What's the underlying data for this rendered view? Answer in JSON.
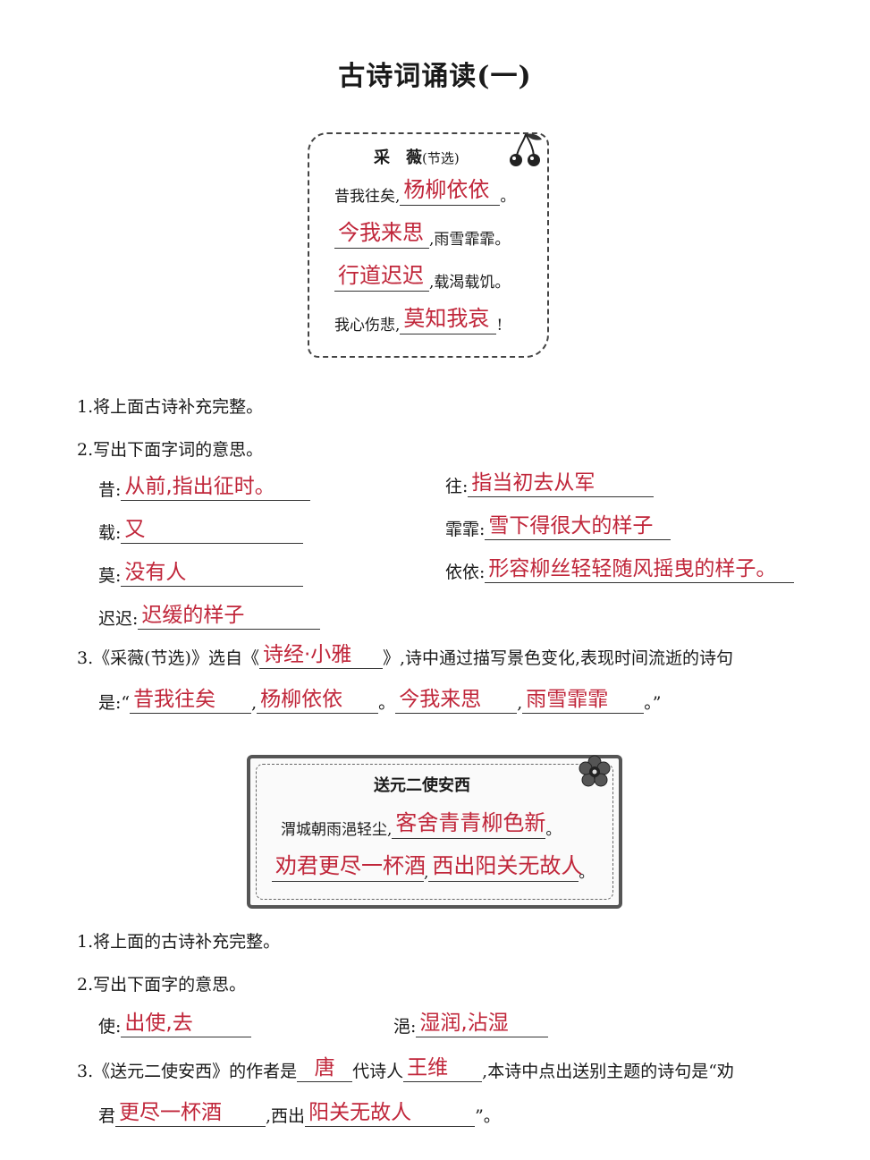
{
  "title": "古诗词诵读(一)",
  "poem1": {
    "title": "采　薇",
    "note": "(节选)",
    "l1_pre": "昔我往矣,",
    "l1_ans": "杨柳依依",
    "l1_post": "。",
    "l2_ans": "今我来思",
    "l2_post": ",雨雪霏霏。",
    "l3_ans": "行道迟迟",
    "l3_post": ",载渴载饥。",
    "l4_pre": "我心伤悲,",
    "l4_ans": "莫知我哀",
    "l4_post": "!"
  },
  "p1q1": "1.将上面古诗补充完整。",
  "p1q2": "2.写出下面字词的意思。",
  "defs": {
    "xi_label": "昔:",
    "xi_ans": "从前,指出征时。",
    "wang_label": "往:",
    "wang_ans": "指当初去从军",
    "zai_label": "载:",
    "zai_ans": "又",
    "feifei_label": "霏霏:",
    "feifei_ans": "雪下得很大的样子",
    "mo_label": "莫:",
    "mo_ans": "没有人",
    "yiyi_label": "依依:",
    "yiyi_ans": "形容柳丝轻轻随风摇曳的样子。",
    "chichi_label": "迟迟:",
    "chichi_ans": "迟缓的样子"
  },
  "p1q3": {
    "pre": "3.《采薇(节选)》选自《",
    "ans1": "诗经·小雅",
    "mid": "》,诗中通过描写景色变化,表现时间流逝的诗句",
    "l2_pre": "是:“",
    "ans2": "昔我往矣",
    "c1": ",",
    "ans3": "杨柳依依",
    "c2": "。",
    "ans4": "今我来思",
    "c3": ",",
    "ans5": "雨雪霏霏",
    "end": "。”"
  },
  "poem2": {
    "title": "送元二使安西",
    "l1_pre": "渭城朝雨浥轻尘,",
    "l1_ans": "客舍青青柳色新",
    "l1_post": "。",
    "l2_ans1": "劝君更尽一杯酒",
    "l2_mid": ",",
    "l2_ans2": "西出阳关无故人",
    "l2_post": "。"
  },
  "p2q1": "1.将上面的古诗补充完整。",
  "p2q2": "2.写出下面字的意思。",
  "defs2": {
    "shi_label": "使:",
    "shi_ans": "出使,去",
    "yi_label": "浥:",
    "yi_ans": "湿润,沾湿"
  },
  "p2q3": {
    "pre": "3.《送元二使安西》的作者是",
    "ans1": "唐",
    "mid1": "代诗人",
    "ans2": "王维",
    "mid2": ",本诗中点出送别主题的诗句是“劝",
    "l2_pre": "君",
    "ans3": "更尽一杯酒",
    "mid3": ",西出",
    "ans4": "阳关无故人",
    "end": "”。"
  },
  "icons": {
    "box1": "cherry-icon",
    "box2": "flower-icon"
  },
  "colors": {
    "handwriting": "#c0263a"
  }
}
